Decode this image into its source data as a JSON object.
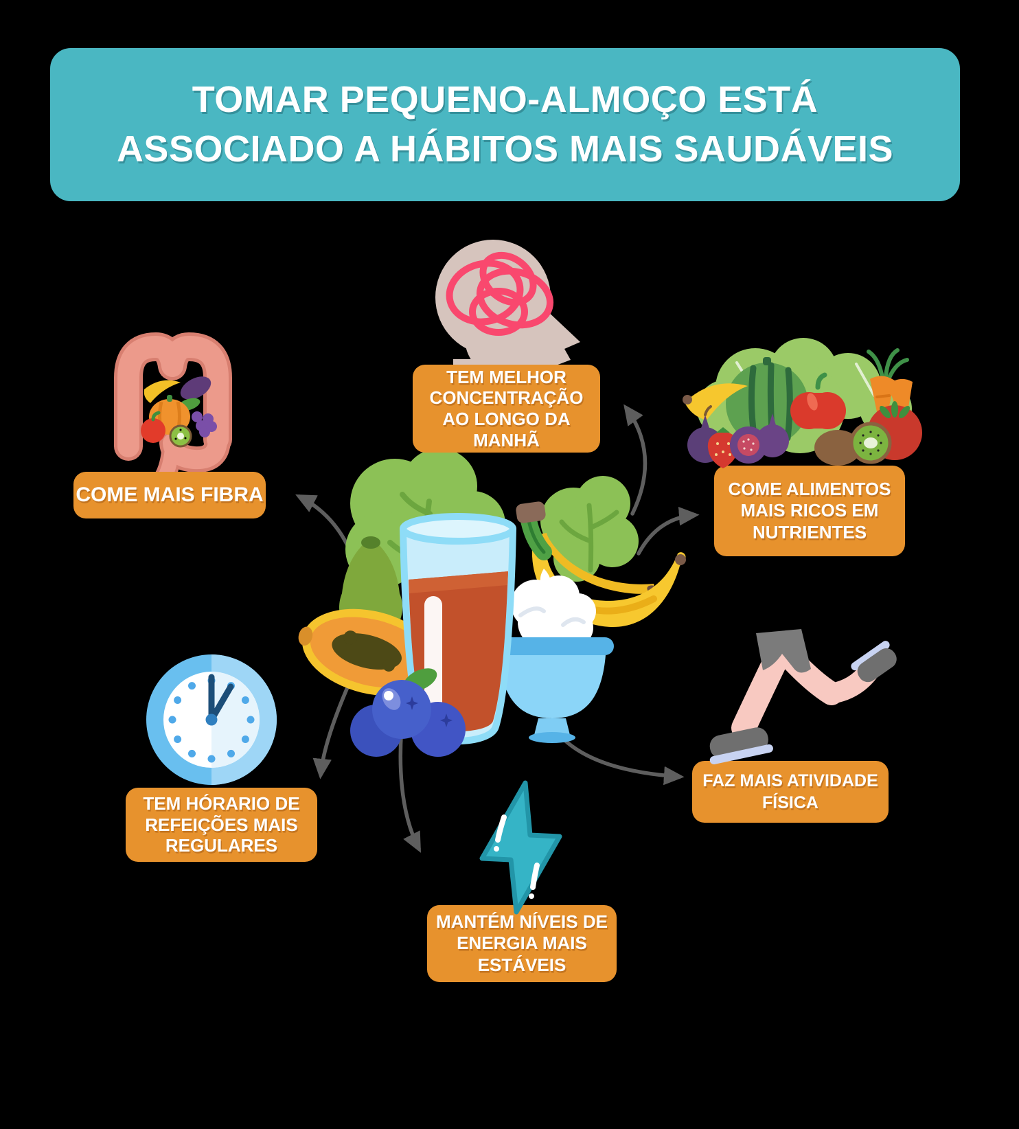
{
  "infographic": {
    "title_lines": [
      "TOMAR PEQUENO-ALMOÇO ESTÁ",
      "ASSOCIADO A HÁBITOS MAIS SAUDÁVEIS"
    ],
    "benefits": [
      {
        "id": "fibra",
        "label": "COME MAIS FIBRA",
        "icon": "intestine-icon"
      },
      {
        "id": "concentracao",
        "label": "TEM MELHOR CONCENTRAÇÃO AO LONGO DA MANHÃ",
        "icon": "head-brain-icon"
      },
      {
        "id": "nutrientes",
        "label": "COME ALIMENTOS MAIS RICOS EM NUTRIENTES",
        "icon": "fruits-vegetables-icon"
      },
      {
        "id": "refeicoes",
        "label": "TEM HÓRARIO DE REFEIÇÕES MAIS REGULARES",
        "icon": "clock-icon"
      },
      {
        "id": "energia",
        "label": "MANTÉM NÍVEIS DE ENERGIA MAIS ESTÁVEIS",
        "icon": "lightning-icon"
      },
      {
        "id": "atividade",
        "label": "FAZ MAIS ATIVIDADE FÍSICA",
        "icon": "running-legs-icon"
      }
    ],
    "center_illustration": {
      "name": "breakfast-foods",
      "items": [
        "lettuce",
        "avocado",
        "papaya",
        "juice-glass",
        "blueberries",
        "bananas",
        "yogurt-bowl"
      ]
    },
    "colors": {
      "background": "#000000",
      "header_bg": "#4ab7c2",
      "label_bg": "#e7922d",
      "label_text": "#ffffff",
      "title_text": "#ffffff",
      "arrow": "#5e5e5e"
    }
  }
}
